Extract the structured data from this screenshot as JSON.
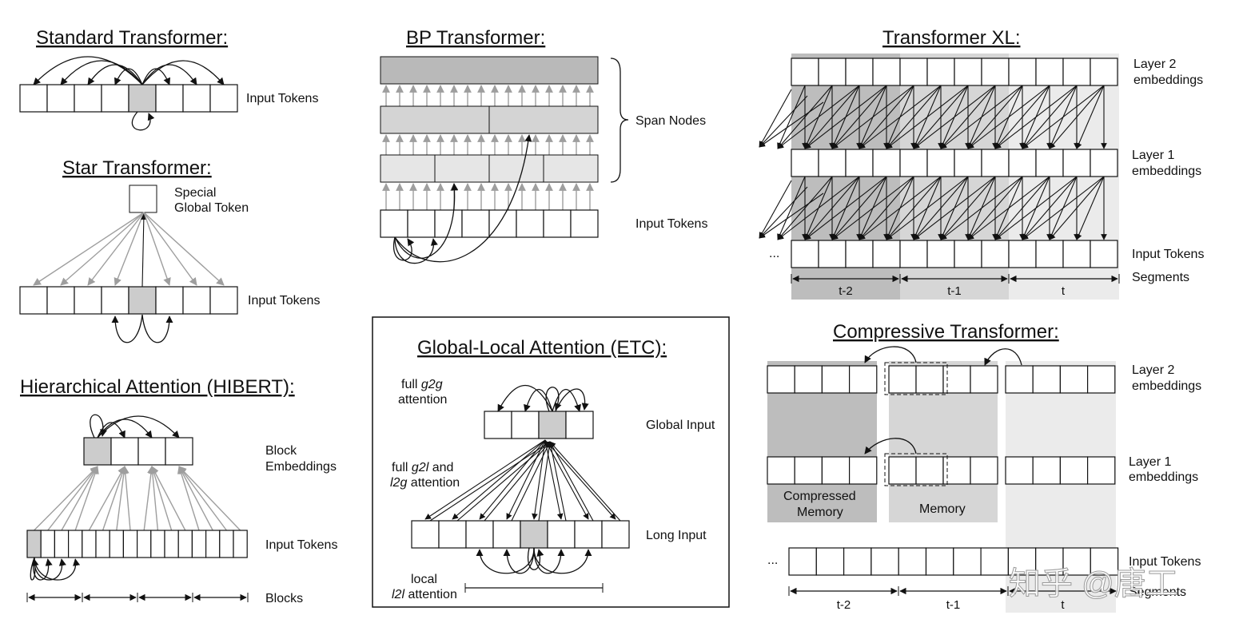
{
  "standard": {
    "title": "Standard Transformer:",
    "input_label": "Input Tokens"
  },
  "star": {
    "title": "Star Transformer:",
    "special_line1": "Special",
    "special_line2": "Global Token",
    "input_label": "Input Tokens"
  },
  "hibert": {
    "title": "Hierarchical Attention (HIBERT):",
    "block_line1": "Block",
    "block_line2": "Embeddings",
    "input_label": "Input Tokens",
    "blocks_label": "Blocks"
  },
  "bp": {
    "title": "BP Transformer:",
    "span_label": "Span Nodes",
    "input_label": "Input Tokens"
  },
  "etc": {
    "title": "Global-Local Attention (ETC):",
    "g2g_1": "full ",
    "g2g_2": "g2g",
    "g2g_3": "attention",
    "g2l_1": "full ",
    "g2l_2": "g2l",
    "g2l_3": " and",
    "g2l_4": "l2g",
    "g2l_5": " attention",
    "l2l_1": "local",
    "l2l_2": "l2l",
    "l2l_3": " attention",
    "global_label": "Global Input",
    "long_label": "Long Input"
  },
  "xl": {
    "title": "Transformer XL:",
    "l2_line1": "Layer 2",
    "l2_line2": "embeddings",
    "l1_line1": "Layer 1",
    "l1_line2": "embeddings",
    "input_label": "Input Tokens",
    "segments_label": "Segments",
    "ellipsis": "...",
    "seg_labels": [
      "t-2",
      "t-1",
      "t"
    ]
  },
  "compressive": {
    "title": "Compressive Transformer:",
    "l2_line1": "Layer 2",
    "l2_line2": "embeddings",
    "l1_line1": "Layer 1",
    "l1_line2": "embeddings",
    "cm_line1": "Compressed",
    "cm_line2": "Memory",
    "memory_label": "Memory",
    "input_label": "Input Tokens",
    "segments_label": "Segments",
    "ellipsis": "...",
    "seg_labels": [
      "t-2",
      "t-1",
      "t"
    ]
  },
  "watermark": "知乎 @唐工",
  "colors": {
    "highlight": "#cccccc",
    "dark_band": "#bdbdbd",
    "mid_band": "#d6d6d6",
    "light_band": "#ebebeb",
    "stroke": "#111111",
    "gray_arrow": "#9e9e9e"
  }
}
